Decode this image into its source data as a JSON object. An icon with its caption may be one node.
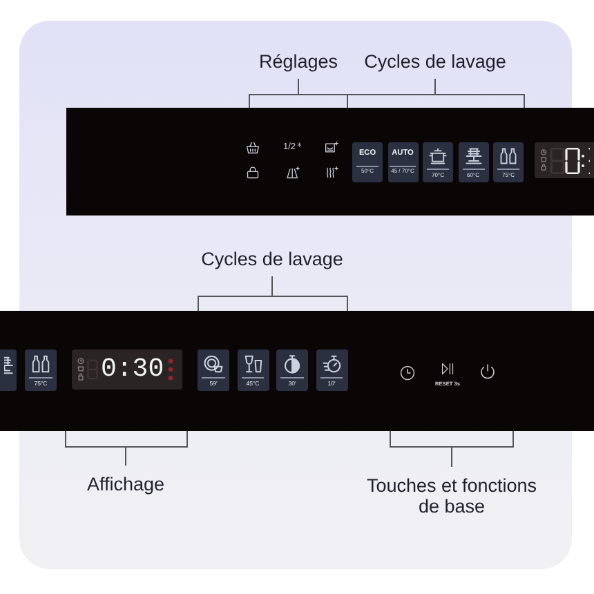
{
  "diagram": {
    "nodes": [
      {
        "text": [
          "ECO",
          "50°C"
        ]
      },
      {
        "text": [
          "AUTO",
          "45 / 70°C"
        ]
      },
      {
        "text": [
          "70°C"
        ]
      },
      {
        "text": [
          "60°C"
        ]
      },
      {
        "text": [
          "75°C"
        ]
      },
      {
        "text": [
          "75°C"
        ]
      },
      {
        "text": [
          "0:30"
        ]
      },
      {
        "text": [
          "59'"
        ]
      },
      {
        "text": [
          "45°C"
        ]
      },
      {
        "text": [
          "30'"
        ]
      },
      {
        "text": [
          "10'"
        ]
      }
    ],
    "labels": [
      "Réglages",
      "Cycles de lavage",
      "1/2",
      "Cycles de lavage",
      "RESET 3s",
      "Affichage",
      "Touches et fonctions de base"
    ]
  }
}
